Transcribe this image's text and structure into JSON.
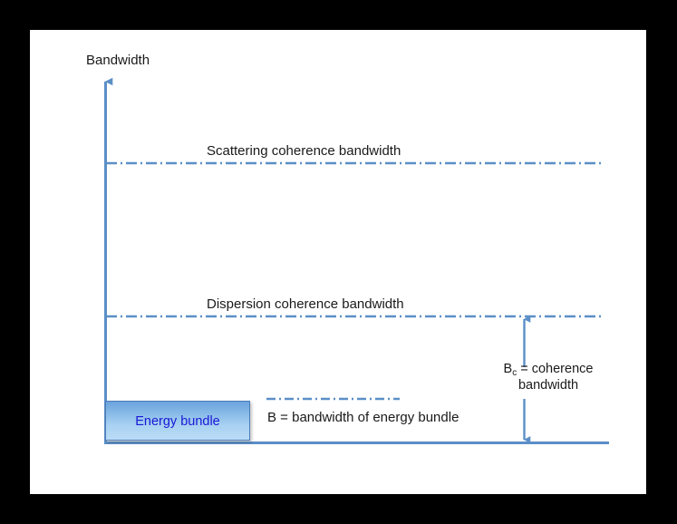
{
  "slide": {
    "background_color": "#ffffff",
    "outer_background_color": "#000000"
  },
  "axis": {
    "label": "Bandwidth",
    "color": "#5b8fc7"
  },
  "lines": [
    {
      "name": "scattering-coherence-bandwidth",
      "label": "Scattering coherence bandwidth",
      "style": "dash-dot",
      "color": "#5b8fc7"
    },
    {
      "name": "dispersion-coherence-bandwidth",
      "label": "Dispersion coherence bandwidth",
      "style": "dash-dot",
      "color": "#5b8fc7"
    },
    {
      "name": "energy-bundle-bandwidth",
      "label": "B = bandwidth of energy bundle",
      "style": "dash-dot",
      "color": "#5b8fc7"
    }
  ],
  "energy_bundle": {
    "label": "Energy bundle",
    "fill_top": "#6ba3dd",
    "fill_bottom": "#bbdcf6",
    "border_color": "#4a7dba",
    "text_color": "#1a18d6"
  },
  "coherence_arrow": {
    "label_line1_prefix": "B",
    "label_line1_sub": "c",
    "label_line1_suffix": " = coherence",
    "label_line2": "bandwidth",
    "color": "#5b8fc7",
    "style": "double-headed-vertical-arrow"
  },
  "baseline": {
    "name": "baseline",
    "color": "#5b8fc7"
  },
  "chart_data": {
    "type": "diagram",
    "title": "Bandwidth comparison of energy bundle versus coherence bandwidths",
    "ylabel": "Bandwidth",
    "levels": [
      {
        "name": "Scattering coherence bandwidth",
        "relative_level": 0.76
      },
      {
        "name": "Dispersion coherence bandwidth",
        "relative_level": 0.34
      },
      {
        "name": "B = bandwidth of energy bundle",
        "relative_level": 0.12
      }
    ],
    "annotations": [
      "Bc = coherence bandwidth (span from baseline to dispersion coherence bandwidth)",
      "B = bandwidth of energy bundle"
    ]
  }
}
